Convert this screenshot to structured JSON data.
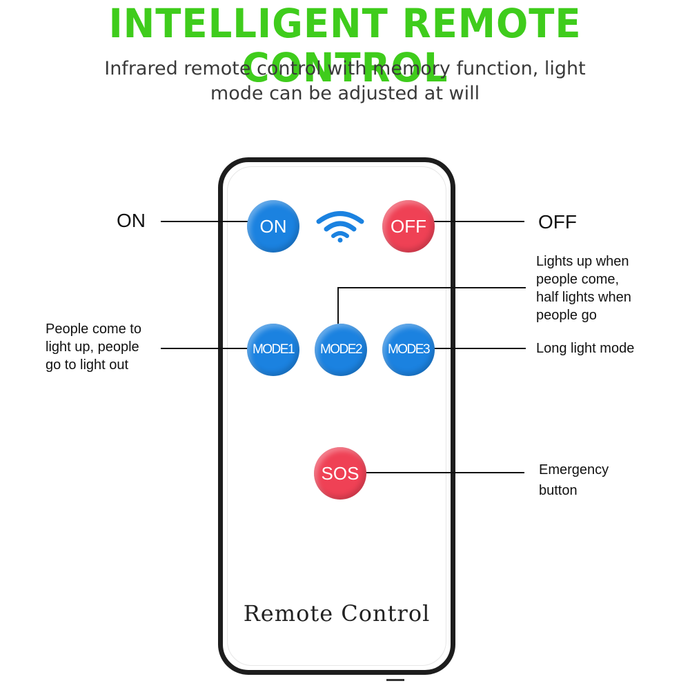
{
  "header": {
    "title": "INTELLIGENT REMOTE CONTROL",
    "subtitle_line1": "Infrared remote control with memory function, light",
    "subtitle_line2": "mode can be adjusted at will"
  },
  "remote": {
    "label": "Remote Control",
    "buttons": {
      "on": "ON",
      "off": "OFF",
      "mode1": "MODE1",
      "mode2": "MODE2",
      "mode3": "MODE3",
      "sos": "SOS"
    },
    "signal_icon": "wifi-signal-icon"
  },
  "callouts": {
    "on": "ON",
    "off": "OFF",
    "mode1": [
      "People come to",
      "light up, people",
      "go to light out"
    ],
    "mode2": [
      "Lights up when",
      "people come,",
      "half lights when",
      "people go"
    ],
    "mode3": "Long light mode",
    "sos": [
      "Emergency",
      "button"
    ]
  },
  "colors": {
    "title_green": "#3fcc1c",
    "button_blue": "#1b82e0",
    "button_red": "#ef4155",
    "remote_border": "#1d1d1d"
  }
}
